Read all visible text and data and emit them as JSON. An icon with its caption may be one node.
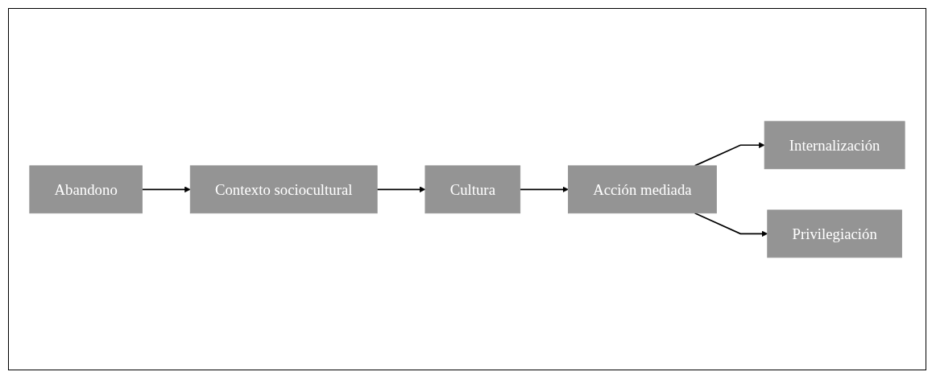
{
  "diagram": {
    "nodes": [
      {
        "text": [
          "Abandono"
        ]
      },
      {
        "text": [
          "Contexto sociocultural"
        ]
      },
      {
        "text": [
          "Cultura"
        ]
      },
      {
        "text": [
          "Acción mediada"
        ]
      },
      {
        "text": [
          "Internalización"
        ]
      },
      {
        "text": [
          "Privilegiación"
        ]
      }
    ],
    "edges": [
      {
        "from": 0,
        "to": 1,
        "arrow": "to"
      },
      {
        "from": 1,
        "to": 2,
        "arrow": "to"
      },
      {
        "from": 2,
        "to": 3,
        "arrow": "to"
      },
      {
        "from": 3,
        "to": 4,
        "arrow": "to"
      },
      {
        "from": 3,
        "to": 5,
        "arrow": "to"
      }
    ]
  }
}
